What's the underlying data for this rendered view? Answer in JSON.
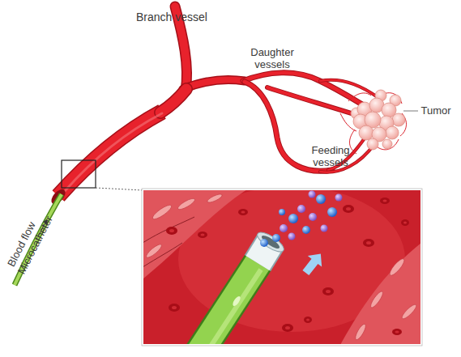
{
  "diagram": {
    "labels": [
      "Branch vessel",
      "Daughter vessels",
      "Tumor",
      "Feeding vessels",
      "Blood flow",
      "Microcatheter"
    ]
  }
}
